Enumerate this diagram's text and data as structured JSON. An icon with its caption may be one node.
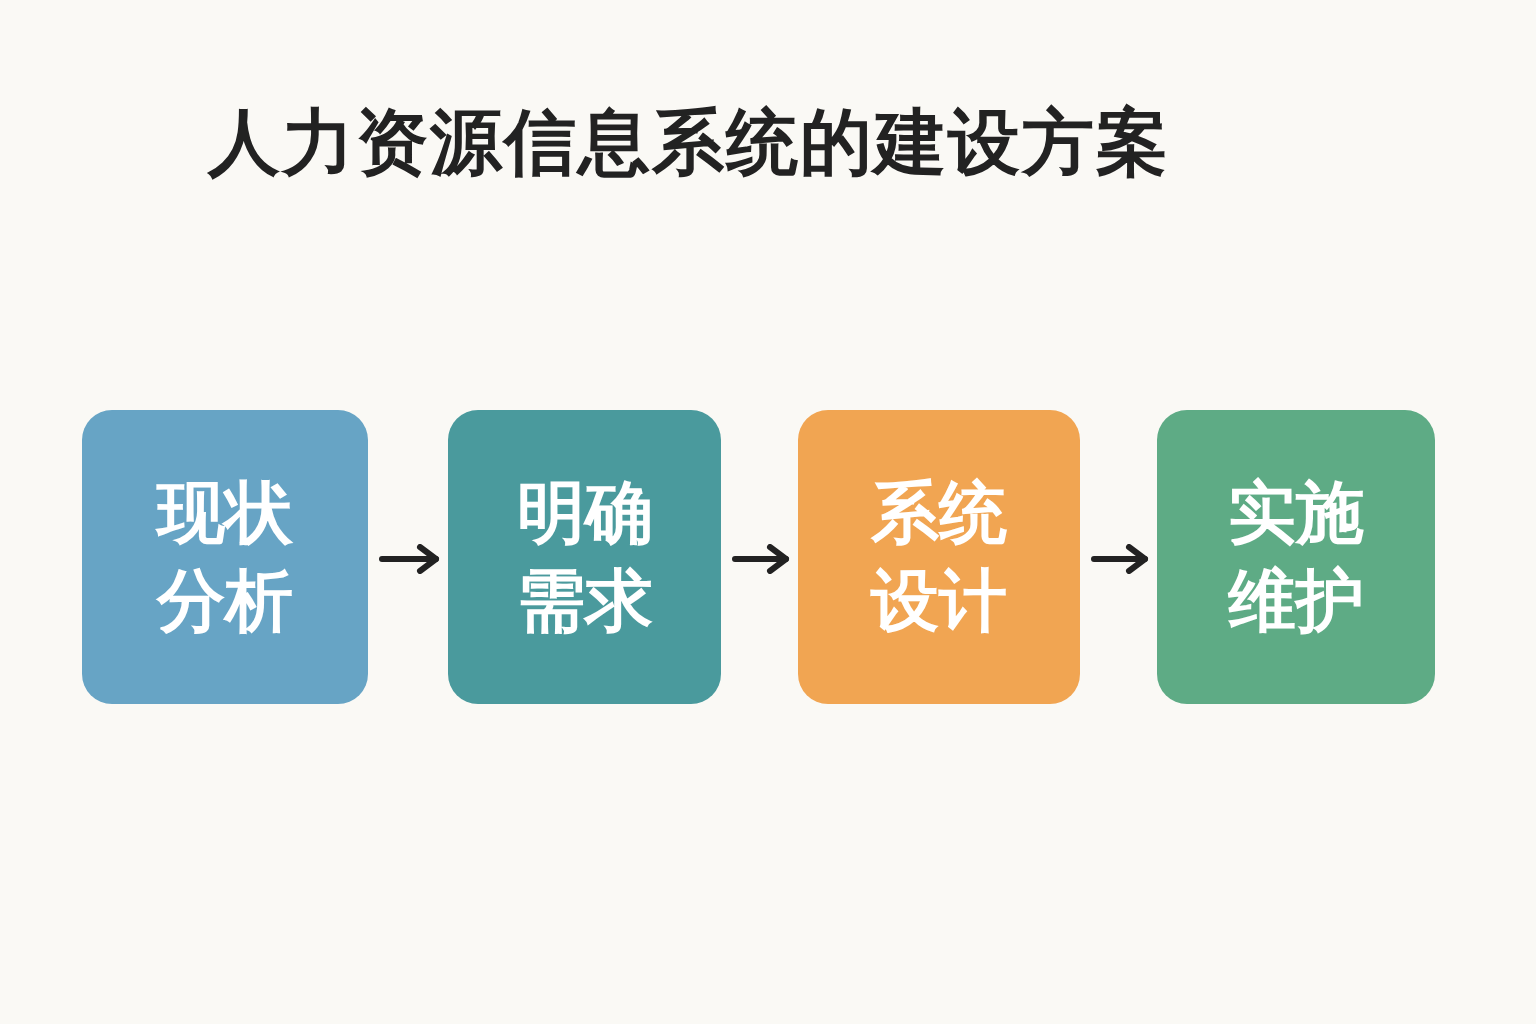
{
  "diagram": {
    "title": "人力资源信息系统的建设方案",
    "nodes": [
      {
        "text": [
          "现状分析"
        ]
      },
      {
        "text": [
          "明确需求"
        ]
      },
      {
        "text": [
          "系统设计"
        ]
      },
      {
        "text": [
          "实施维护"
        ]
      }
    ],
    "edges": [
      {
        "from": 0,
        "to": 1,
        "arrow": "to"
      },
      {
        "from": 1,
        "to": 2,
        "arrow": "to"
      },
      {
        "from": 2,
        "to": 3,
        "arrow": "to"
      }
    ]
  }
}
